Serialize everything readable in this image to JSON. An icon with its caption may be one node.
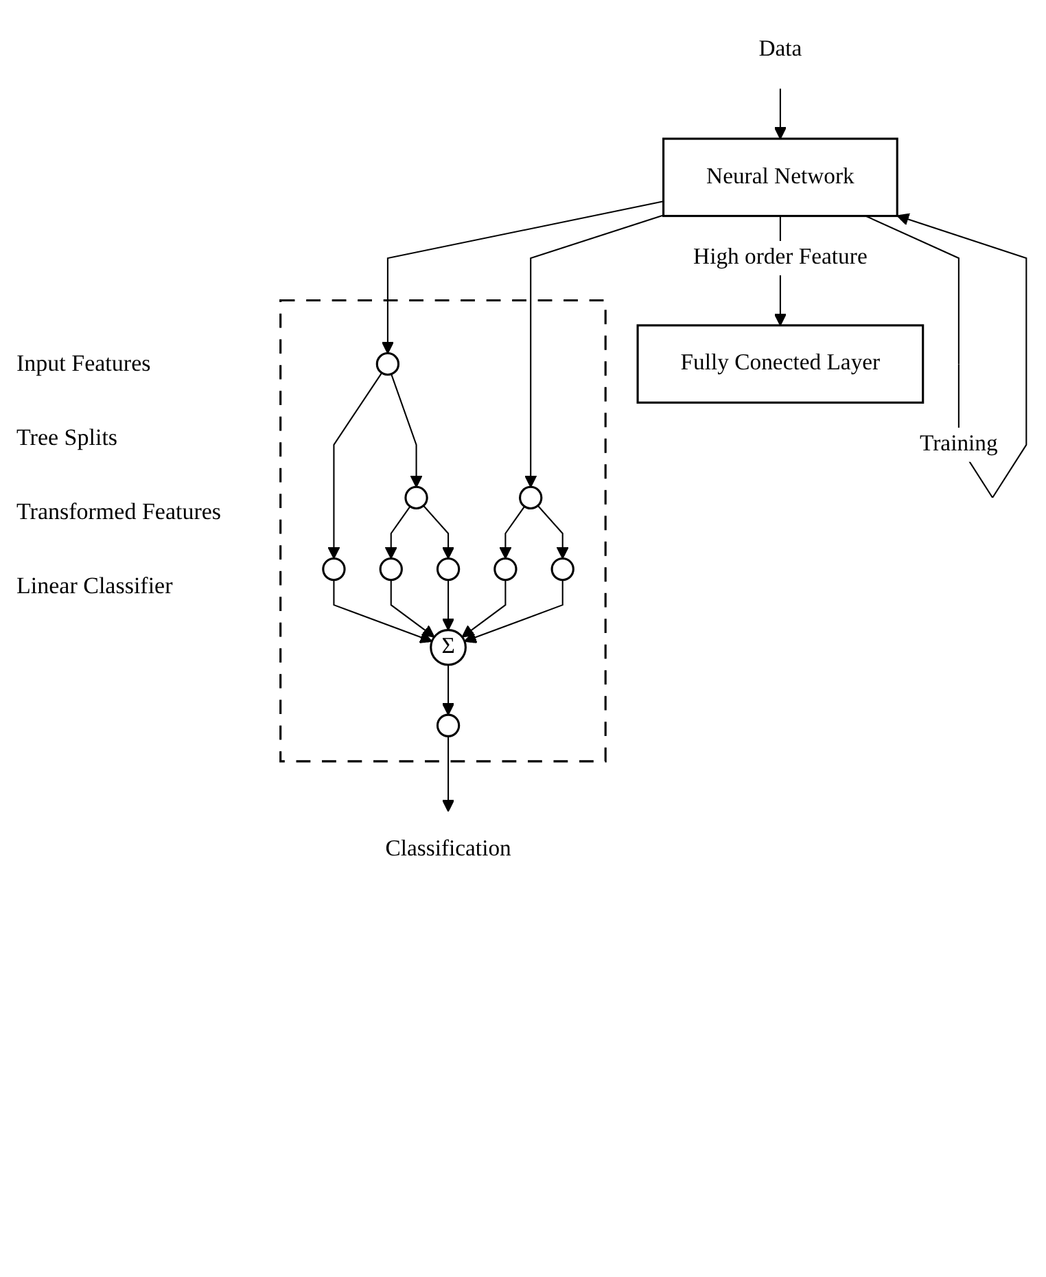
{
  "diagram": {
    "nodes": [
      {
        "text": [
          "Data"
        ]
      },
      {
        "text": [
          "Neural Network"
        ]
      },
      {
        "text": [
          "Fully Conected Layer"
        ]
      },
      {
        "text": [],
        "shape": "box"
      },
      {
        "text": [],
        "shape": "circle",
        "in": 3
      },
      {
        "text": [],
        "shape": "circle",
        "in": 3
      },
      {
        "text": [],
        "shape": "circle",
        "in": 3
      },
      {
        "text": [],
        "shape": "circle",
        "in": 3
      },
      {
        "text": [],
        "shape": "circle",
        "in": 3
      },
      {
        "text": [],
        "shape": "circle",
        "in": 3
      },
      {
        "text": [],
        "shape": "circle",
        "in": 3
      },
      {
        "text": [],
        "shape": "circle",
        "in": 3
      },
      {
        "text": [
          "Σ"
        ],
        "in": 3
      },
      {
        "text": [],
        "shape": "circle",
        "in": 3
      },
      {
        "text": [
          "Classification"
        ]
      }
    ],
    "edges": [
      {
        "from": 0,
        "to": 1,
        "arrow": "to"
      },
      {
        "from": 1,
        "to": 1,
        "arrow": "to",
        "label": "Training"
      },
      {
        "from": 1,
        "to": 2,
        "arrow": "to",
        "label": "High order Feature"
      },
      {
        "from": 1,
        "to": 4,
        "arrow": "to"
      },
      {
        "from": 1,
        "to": 5,
        "arrow": "to"
      },
      {
        "from": 4,
        "to": 7,
        "arrow": "to"
      },
      {
        "from": 4,
        "to": 6,
        "arrow": "to"
      },
      {
        "from": 5,
        "to": 10,
        "arrow": "to"
      },
      {
        "from": 5,
        "to": 11,
        "arrow": "to"
      },
      {
        "from": 6,
        "to": 8,
        "arrow": "to"
      },
      {
        "from": 6,
        "to": 9,
        "arrow": "to"
      },
      {
        "from": 7,
        "to": 12,
        "arrow": "to"
      },
      {
        "from": 8,
        "to": 12,
        "arrow": "to"
      },
      {
        "from": 9,
        "to": 12,
        "arrow": "to"
      },
      {
        "from": 10,
        "to": 12,
        "arrow": "to"
      },
      {
        "from": 11,
        "to": 12,
        "arrow": "to"
      },
      {
        "from": 12,
        "to": 13,
        "arrow": "to"
      },
      {
        "from": 13,
        "to": 14,
        "arrow": "to"
      }
    ],
    "labels": [
      "Input Features",
      "Tree Splits",
      "Transformed Features",
      "Linear Classifier"
    ]
  }
}
